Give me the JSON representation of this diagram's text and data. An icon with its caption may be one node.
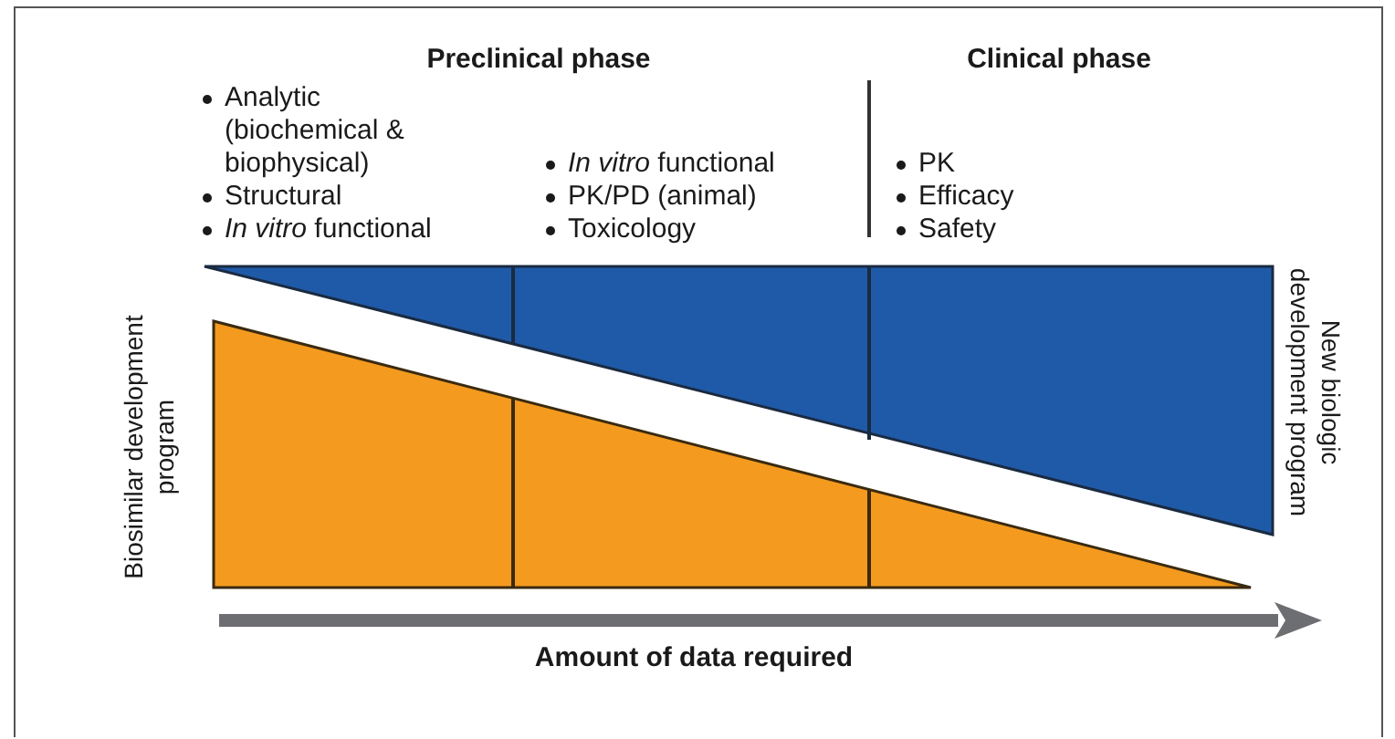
{
  "diagram": {
    "labels": [
      "Preclinical phase",
      "Clinical phase",
      "Analytic (biochemical & biophysical)",
      "Structural",
      "*In vitro* functional",
      "*In vitro* functional",
      "PK/PD (animal)",
      "Toxicology",
      "PK",
      "Efficacy",
      "Safety",
      "Biosimilar development program",
      "New biologic development program",
      "Amount of data required"
    ]
  }
}
